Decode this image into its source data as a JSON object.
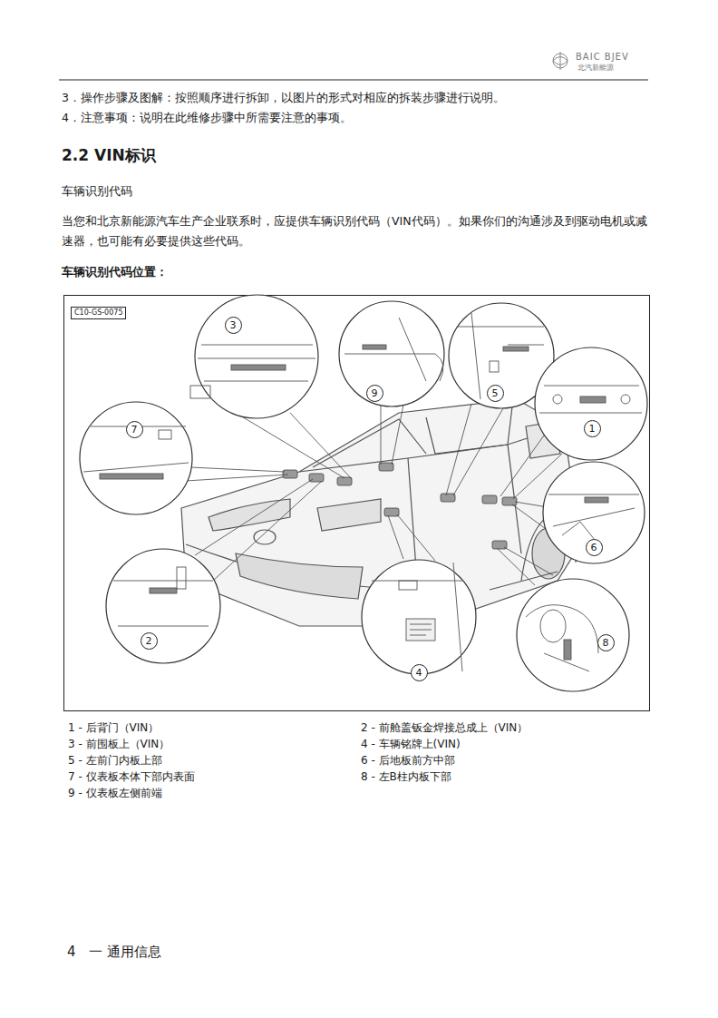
{
  "diagram": {
    "title": "2.2 VIN标识",
    "nodes": [
      {
        "text": [
          "C10-GS-0075"
        ]
      },
      {
        "text": [
          "3"
        ]
      },
      {
        "text": [
          "9"
        ]
      },
      {
        "text": [
          "5"
        ]
      },
      {
        "text": [
          "1"
        ]
      },
      {
        "text": [
          "7"
        ]
      },
      {
        "text": [
          "6"
        ]
      },
      {
        "text": [
          "2"
        ]
      },
      {
        "text": [
          "8"
        ]
      },
      {
        "text": [
          "4"
        ]
      }
    ],
    "labels": [
      "BAIC BJEV",
      "北汽新能源",
      "3．操作步骤及图解：按照顺序进行拆卸，以图片的形式对相应的拆装步骤进行说明。",
      "4．注意事项：说明在此维修步骤中所需要注意的事项。",
      "车辆识别代码",
      "当您和北京新能源汽车生产企业联系时，应提供车辆识别代码（VIN代码）。如果你们的沟通涉及到驱动电机或减速器，也可能有必要提供这些代码。",
      "车辆识别代码位置：",
      "1 - 后背门（VIN）",
      "2 - 前舱盖钣金焊接总成上（VIN）",
      "3 - 前围板上（VIN）",
      "4 - 车辆铭牌上(VIN)",
      "5 - 左前门内板上部",
      "6 - 后地板前方中部",
      "7 - 仪表板本体下部内表面",
      "8 - 左B柱内板下部",
      "9 - 仪表板左侧前端",
      "4",
      "一 通用信息"
    ]
  }
}
